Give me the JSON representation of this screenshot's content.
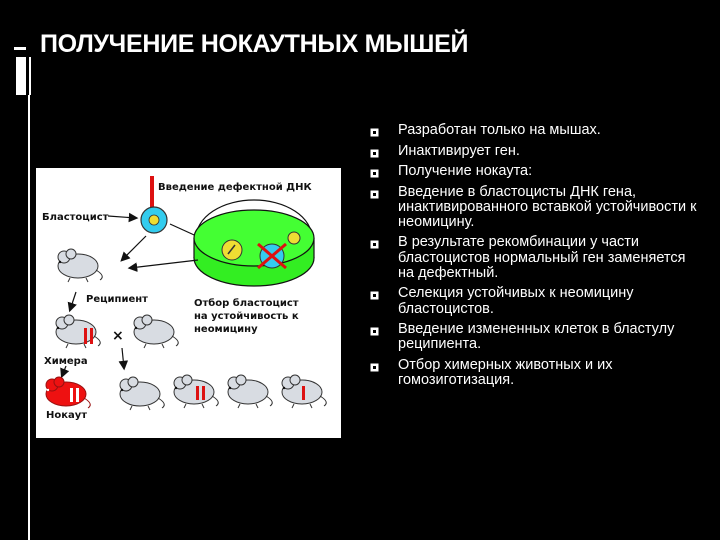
{
  "slide": {
    "title": "ПОЛУЧЕНИЕ НОКАУТНЫХ МЫШЕЙ",
    "bullets": [
      "Разработан только на мышах.",
      "Инактивирует ген.",
      "Получение нокаута:",
      "Введение в бластоцисты ДНК гена, инактивированного вставкой устойчивости к неомицину.",
      "В результате рекомбинации у части бластоцистов нормальный ген заменяется на дефектный.",
      "Селекция устойчивых к неомицину бластоцистов.",
      "Введение измененных клеток в бластулу реципиента.",
      "Отбор химерных животных и их гомозиготизация."
    ]
  },
  "diagram": {
    "label_dna": "Введение дефектной ДНК",
    "label_blastocyst": "Бластоцист",
    "label_recipient": "Реципиент",
    "label_selection_line1": "Отбор бластоцист",
    "label_selection_line2": "на устойчивость к",
    "label_selection_line3": "неомицину",
    "label_chimera": "Химера",
    "label_knockout": "Нокаут",
    "cross_symbol": "×"
  },
  "colors": {
    "background": "#000000",
    "text": "#ffffff",
    "dish_green": "#33ee22",
    "cell_cyan": "#33ccee",
    "red_marker": "#dd1111"
  },
  "icons": {
    "bullet": "square-bullet-icon"
  }
}
